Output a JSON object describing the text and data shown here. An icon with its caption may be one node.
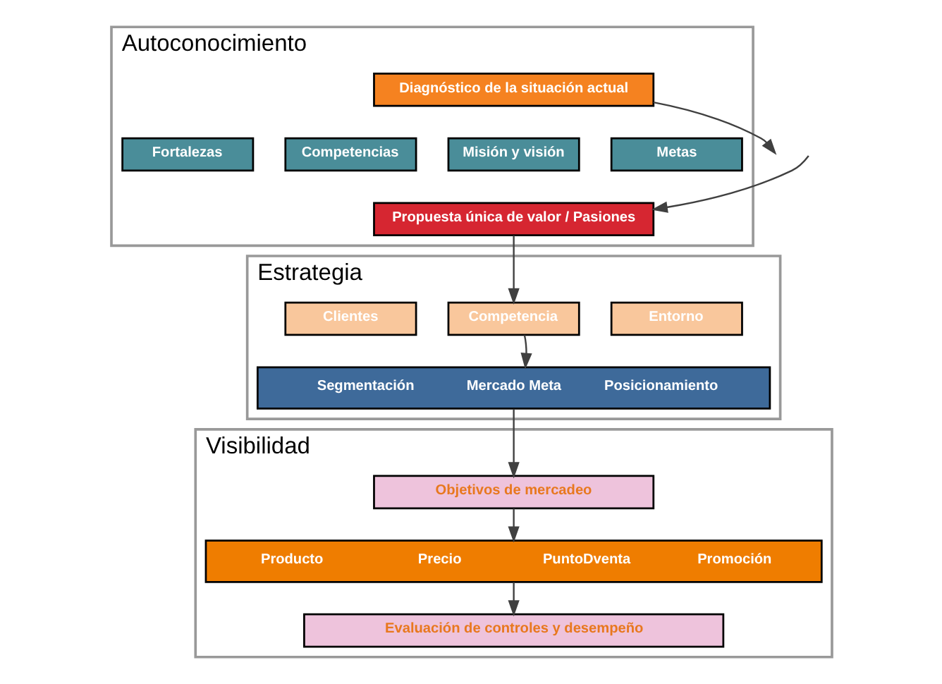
{
  "diagram": {
    "nodes": [
      {
        "text": [
          "Autoconocimiento"
        ]
      },
      {
        "text": [
          "Diagnóstico de la situación actual"
        ],
        "in": 0
      },
      {
        "text": [
          "Fortalezas"
        ],
        "in": 0
      },
      {
        "text": [
          "Competencias"
        ],
        "in": 0
      },
      {
        "text": [
          "Misión y visión"
        ],
        "in": 0
      },
      {
        "text": [
          "Metas"
        ],
        "in": 0
      },
      {
        "text": [
          "Propuesta única de valor / Pasiones"
        ],
        "in": 0
      },
      {
        "text": [
          "Estrategia"
        ]
      },
      {
        "text": [
          "Entorno"
        ],
        "in": 7
      },
      {
        "text": [
          "Competencia"
        ],
        "in": 7
      },
      {
        "text": [
          "Clientes"
        ],
        "in": 7
      },
      {
        "text": [
          "Segmentación",
          "Mercado Meta",
          "Posicionamiento"
        ],
        "in": 7
      },
      {
        "text": [
          "Visibilidad"
        ]
      },
      {
        "text": [
          "Objetivos de mercadeo"
        ],
        "in": 12
      },
      {
        "text": [
          "Producto",
          "Precio",
          "PuntoDventa",
          "Promoción"
        ],
        "in": 12
      },
      {
        "text": [
          "Evaluación de controles y desempeño"
        ],
        "in": 12
      }
    ],
    "edges": [
      {
        "from": 1,
        "to": null,
        "arrow": "to"
      },
      {
        "from": null,
        "to": 6,
        "arrow": "to"
      },
      {
        "from": 6,
        "to": 9,
        "arrow": "to"
      },
      {
        "from": 9,
        "to": 11,
        "arrow": "to"
      },
      {
        "from": 11,
        "to": 13,
        "arrow": "to"
      },
      {
        "from": 13,
        "to": 14,
        "arrow": "to"
      },
      {
        "from": 14,
        "to": 15,
        "arrow": "to"
      }
    ]
  }
}
